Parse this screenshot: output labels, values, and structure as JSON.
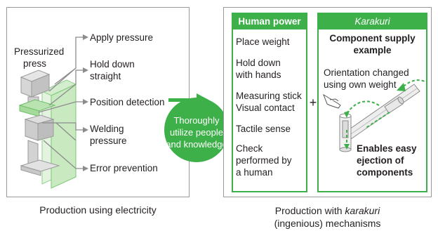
{
  "left_panel": {
    "press_label_line1": "Pressurized",
    "press_label_line2": "press",
    "items": [
      {
        "line1": "Apply pressure",
        "line2": ""
      },
      {
        "line1": "Hold down",
        "line2": "straight"
      },
      {
        "line1": "Position detection",
        "line2": ""
      },
      {
        "line1": "Welding",
        "line2": "pressure"
      },
      {
        "line1": "Error prevention",
        "line2": ""
      }
    ],
    "caption": "Production using electricity"
  },
  "center": {
    "ellipse_line1": "Thoroughly",
    "ellipse_line2": "utilize people",
    "ellipse_line3": "and knowledge",
    "plus_sign": "+"
  },
  "human_power": {
    "header": "Human power",
    "items": [
      {
        "line1": "Place weight",
        "line2": "",
        "line3": ""
      },
      {
        "line1": "Hold down",
        "line2": "with hands",
        "line3": ""
      },
      {
        "line1": "Measuring stick",
        "line2": "Visual contact",
        "line3": ""
      },
      {
        "line1": "Tactile sense",
        "line2": "",
        "line3": ""
      },
      {
        "line1": "Check",
        "line2": "performed by",
        "line3": "a human"
      }
    ]
  },
  "karakuri": {
    "header": "Karakuri",
    "title_line1": "Component supply",
    "title_line2": "example",
    "note_line1": "Orientation changed",
    "note_line2": "using own weight",
    "result_line1": "Enables easy",
    "result_line2": "ejection of",
    "result_line3": "components"
  },
  "right_caption": {
    "line1_prefix": "Production with ",
    "line1_italic": "karakuri",
    "line2": "(ingenious) mechanisms"
  },
  "colors": {
    "accent_green": "#3db049",
    "light_green": "#c9e9c1",
    "gray_machine": "#c8c8c8",
    "border_gray": "#9a9a9a"
  }
}
